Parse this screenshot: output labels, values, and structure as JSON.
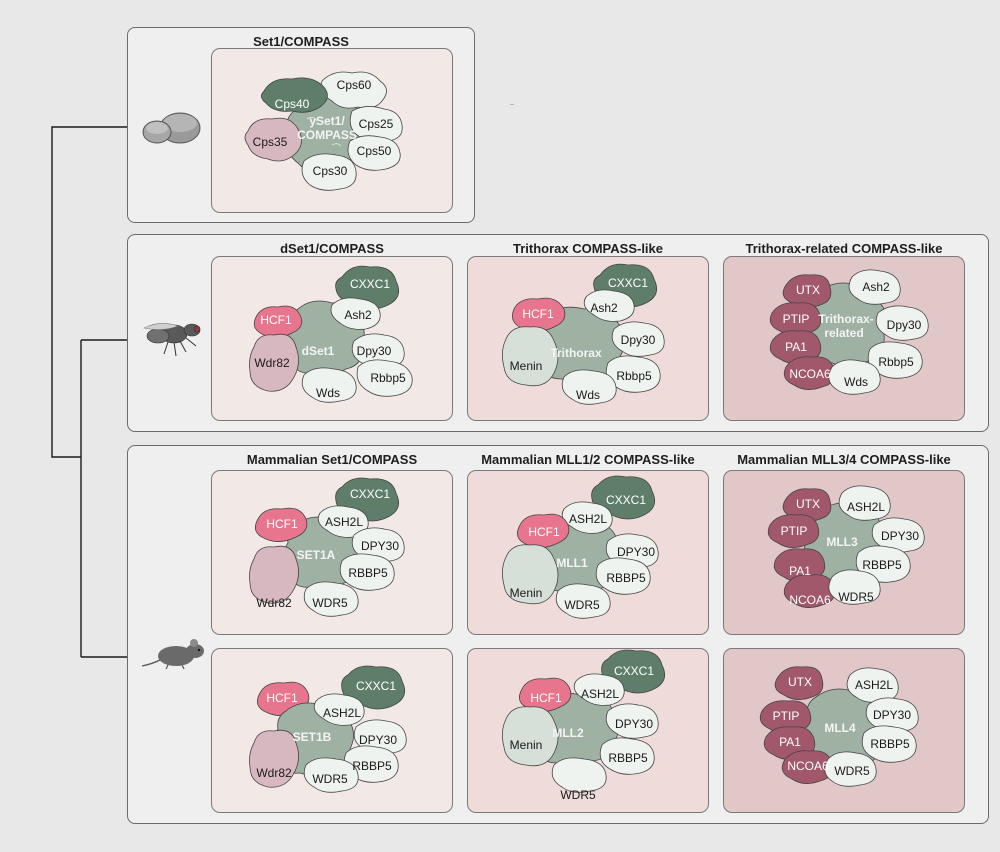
{
  "panels": {
    "yeast": {
      "complexes": [
        {
          "id": "yeast-set1",
          "title": "Set1/COMPASS",
          "core": "ySet1/\nCOMPASS",
          "subunits": [
            "Cps60",
            "Cps40",
            "Cps35",
            "Cps25",
            "Cps50",
            "Cps30"
          ]
        }
      ]
    },
    "fly": {
      "complexes": [
        {
          "id": "fly-dset1",
          "title": "dSet1/COMPASS",
          "core": "dSet1",
          "subunits": [
            "CXXC1",
            "HCF1",
            "Ash2",
            "Dpy30",
            "Wdr82",
            "Rbbp5",
            "Wds"
          ]
        },
        {
          "id": "fly-trx",
          "title": "Trithorax COMPASS-like",
          "core": "Trithorax",
          "subunits": [
            "CXXC1",
            "HCF1",
            "Ash2",
            "Dpy30",
            "Menin",
            "Rbbp5",
            "Wds"
          ]
        },
        {
          "id": "fly-trr",
          "title": "Trithorax-related COMPASS-like",
          "core": "Trithorax-\nrelated",
          "subunits": [
            "UTX",
            "Ash2",
            "PTIP",
            "Dpy30",
            "PA1",
            "Rbbp5",
            "NCOA6",
            "Wds"
          ]
        }
      ]
    },
    "mammal": {
      "complexes": [
        {
          "id": "mam-set1a",
          "title": "Mammalian Set1/COMPASS",
          "core": "SET1A",
          "subunits": [
            "CXXC1",
            "HCF1",
            "ASH2L",
            "DPY30",
            "RBBP5",
            "Wdr82",
            "WDR5"
          ]
        },
        {
          "id": "mam-mll12",
          "title": "Mammalian MLL1/2 COMPASS-like",
          "core": "MLL1",
          "subunits": [
            "CXXC1",
            "ASH2L",
            "HCF1",
            "DPY30",
            "RBBP5",
            "Menin",
            "WDR5"
          ]
        },
        {
          "id": "mam-mll34",
          "title": "Mammalian MLL3/4 COMPASS-like",
          "core": "MLL3",
          "subunits": [
            "UTX",
            "ASH2L",
            "PTIP",
            "DPY30",
            "RBBP5",
            "PA1",
            "NCOA6",
            "WDR5"
          ]
        },
        {
          "id": "mam-set1b",
          "title": "",
          "core": "SET1B",
          "subunits": [
            "HCF1",
            "CXXC1",
            "ASH2L",
            "DPY30",
            "RBBP5",
            "Wdr82",
            "WDR5"
          ]
        },
        {
          "id": "mam-mll2",
          "title": "",
          "core": "MLL2",
          "subunits": [
            "CXXC1",
            "HCF1",
            "ASH2L",
            "DPY30",
            "Menin",
            "RBBP5",
            "WDR5"
          ]
        },
        {
          "id": "mam-mll4",
          "title": "",
          "core": "MLL4",
          "subunits": [
            "UTX",
            "ASH2L",
            "PTIP",
            "DPY30",
            "PA1",
            "RBBP5",
            "NCOA6",
            "WDR5"
          ]
        }
      ]
    }
  },
  "colors": {
    "core": "#9eb1a3",
    "cxxc1": "#5f7e6a",
    "hcf1": "#e8758e",
    "wdr82": "#d8b8c0",
    "menin": "#d7dfd9",
    "white_subunit": "#eef3ef",
    "mll34_specific": "#a0586a",
    "outline": "#3d3d3d"
  },
  "icons": [
    "yeast-icon",
    "fruit-fly-icon",
    "mouse-icon"
  ]
}
